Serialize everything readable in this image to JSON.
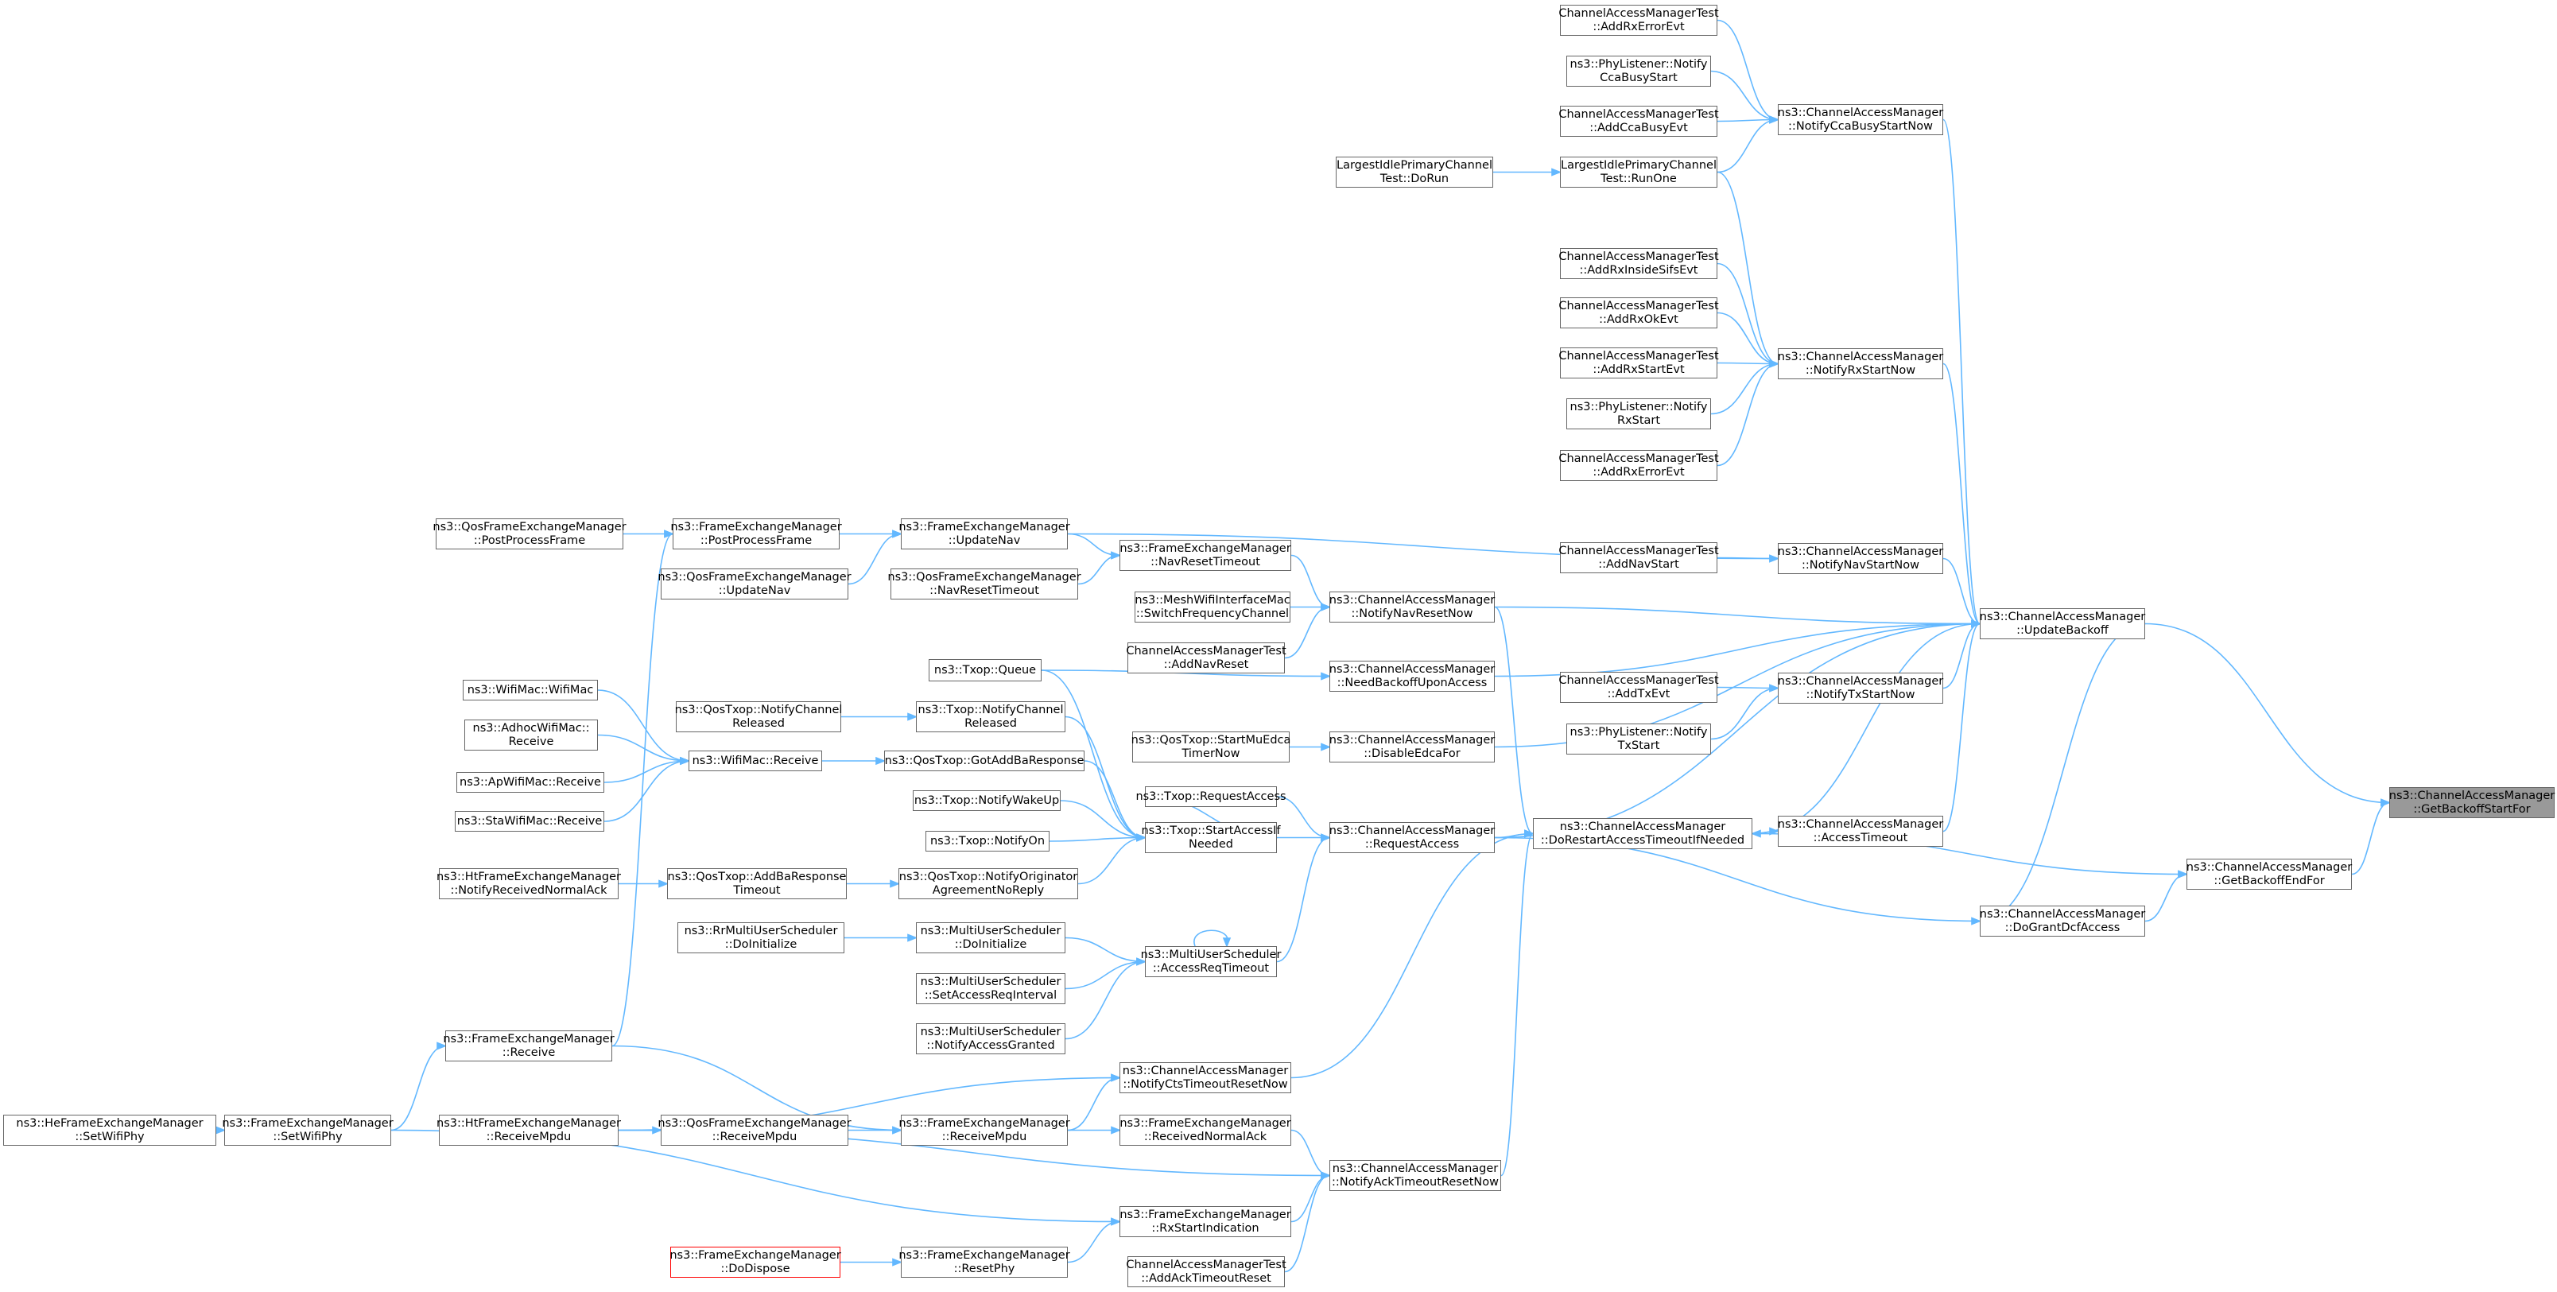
{
  "colors": {
    "edge": "#63b8ff",
    "node_border": "#666666",
    "highlight_node_fill": "#999999",
    "error_node_border": "#ff0000"
  },
  "nodes": {
    "gbsf": {
      "l1": "ns3::ChannelAccessManager",
      "l2": "::GetBackoffStartFor"
    },
    "ub": {
      "l1": "ns3::ChannelAccessManager",
      "l2": "::UpdateBackoff"
    },
    "gbef": {
      "l1": "ns3::ChannelAccessManager",
      "l2": "::GetBackoffEndFor"
    },
    "ncca": {
      "l1": "ns3::ChannelAccessManager",
      "l2": "::NotifyCcaBusyStartNow"
    },
    "nrx": {
      "l1": "ns3::ChannelAccessManager",
      "l2": "::NotifyRxStartNow"
    },
    "nnavs": {
      "l1": "ns3::ChannelAccessManager",
      "l2": "::NotifyNavStartNow"
    },
    "ntx": {
      "l1": "ns3::ChannelAccessManager",
      "l2": "::NotifyTxStartNow"
    },
    "at": {
      "l1": "ns3::ChannelAccessManager",
      "l2": "::AccessTimeout"
    },
    "dgda": {
      "l1": "ns3::ChannelAccessManager",
      "l2": "::DoGrantDcfAccess"
    },
    "drat": {
      "l1": "ns3::ChannelAccessManager",
      "l2": "::DoRestartAccessTimeoutIfNeeded"
    },
    "nnavr": {
      "l1": "ns3::ChannelAccessManager",
      "l2": "::NotifyNavResetNow"
    },
    "nbua": {
      "l1": "ns3::ChannelAccessManager",
      "l2": "::NeedBackoffUponAccess"
    },
    "def": {
      "l1": "ns3::ChannelAccessManager",
      "l2": "::DisableEdcaFor"
    },
    "ra": {
      "l1": "ns3::ChannelAccessManager",
      "l2": "::RequestAccess"
    },
    "nackr": {
      "l1": "ns3::ChannelAccessManager",
      "l2": "::NotifyAckTimeoutResetNow"
    },
    "nctsr": {
      "l1": "ns3::ChannelAccessManager",
      "l2": "::NotifyCtsTimeoutResetNow"
    },
    "t_arx1": {
      "l1": "ChannelAccessManagerTest",
      "l2": "::AddRxErrorEvt"
    },
    "pl_cca": {
      "l1": "ns3::PhyListener::Notify",
      "l2": "CcaBusyStart"
    },
    "t_acca": {
      "l1": "ChannelAccessManagerTest",
      "l2": "::AddCcaBusyEvt"
    },
    "lipc_ro": {
      "l1": "LargestIdlePrimaryChannel",
      "l2": "Test::RunOne"
    },
    "lipc_dr": {
      "l1": "LargestIdlePrimaryChannel",
      "l2": "Test::DoRun"
    },
    "t_aris": {
      "l1": "ChannelAccessManagerTest",
      "l2": "::AddRxInsideSifsEvt"
    },
    "t_arok": {
      "l1": "ChannelAccessManagerTest",
      "l2": "::AddRxOkEvt"
    },
    "t_arst": {
      "l1": "ChannelAccessManagerTest",
      "l2": "::AddRxStartEvt"
    },
    "pl_rx": {
      "l1": "ns3::PhyListener::Notify",
      "l2": "RxStart"
    },
    "t_arx2": {
      "l1": "ChannelAccessManagerTest",
      "l2": "::AddRxErrorEvt"
    },
    "t_anav": {
      "l1": "ChannelAccessManagerTest",
      "l2": "::AddNavStart"
    },
    "t_atx": {
      "l1": "ChannelAccessManagerTest",
      "l2": "::AddTxEvt"
    },
    "pl_tx": {
      "l1": "ns3::PhyListener::Notify",
      "l2": "TxStart"
    },
    "fem_un": {
      "l1": "ns3::FrameExchangeManager",
      "l2": "::UpdateNav"
    },
    "fem_nrt": {
      "l1": "ns3::FrameExchangeManager",
      "l2": "::NavResetTimeout"
    },
    "qfem_nrt": {
      "l1": "ns3::QosFrameExchangeManager",
      "l2": "::NavResetTimeout"
    },
    "mesh": {
      "l1": "ns3::MeshWifiInterfaceMac",
      "l2": "::SwitchFrequencyChannel"
    },
    "t_anr": {
      "l1": "ChannelAccessManagerTest",
      "l2": "::AddNavReset"
    },
    "fem_ppf": {
      "l1": "ns3::FrameExchangeManager",
      "l2": "::PostProcessFrame"
    },
    "qfem_ppf": {
      "l1": "ns3::QosFrameExchangeManager",
      "l2": "::PostProcessFrame"
    },
    "qfem_un": {
      "l1": "ns3::QosFrameExchangeManager",
      "l2": "::UpdateNav"
    },
    "txop_q": {
      "l1": "ns3::Txop::Queue",
      "l2": ""
    },
    "txop_ncr": {
      "l1": "ns3::Txop::NotifyChannel",
      "l2": "Released"
    },
    "qtxop_ncr": {
      "l1": "ns3::QosTxop::NotifyChannel",
      "l2": "Released"
    },
    "qtxop_smu": {
      "l1": "ns3::QosTxop::StartMuEdca",
      "l2": "TimerNow"
    },
    "txop_ra": {
      "l1": "ns3::Txop::RequestAccess",
      "l2": ""
    },
    "qtxop_gab": {
      "l1": "ns3::QosTxop::GotAddBaResponse",
      "l2": ""
    },
    "txop_nwu": {
      "l1": "ns3::Txop::NotifyWakeUp",
      "l2": ""
    },
    "txop_non": {
      "l1": "ns3::Txop::NotifyOn",
      "l2": ""
    },
    "txop_sain": {
      "l1": "ns3::Txop::StartAccessIf",
      "l2": "Needed"
    },
    "qtxop_noa": {
      "l1": "ns3::QosTxop::NotifyOriginator",
      "l2": "AgreementNoReply"
    },
    "qtxop_abt": {
      "l1": "ns3::QosTxop::AddBaResponse",
      "l2": "Timeout"
    },
    "htfem_nrna": {
      "l1": "ns3::HtFrameExchangeManager",
      "l2": "::NotifyReceivedNormalAck"
    },
    "wm_wm": {
      "l1": "ns3::WifiMac::WifiMac",
      "l2": ""
    },
    "wm_rcv": {
      "l1": "ns3::WifiMac::Receive",
      "l2": ""
    },
    "adhoc": {
      "l1": "ns3::AdhocWifiMac::",
      "l2": "Receive"
    },
    "apwm": {
      "l1": "ns3::ApWifiMac::Receive",
      "l2": ""
    },
    "stawm": {
      "l1": "ns3::StaWifiMac::Receive",
      "l2": ""
    },
    "rr_mus": {
      "l1": "ns3::RrMultiUserScheduler",
      "l2": "::DoInitialize"
    },
    "mus_di": {
      "l1": "ns3::MultiUserScheduler",
      "l2": "::DoInitialize"
    },
    "mus_art": {
      "l1": "ns3::MultiUserScheduler",
      "l2": "::AccessReqTimeout"
    },
    "mus_sari": {
      "l1": "ns3::MultiUserScheduler",
      "l2": "::SetAccessReqInterval"
    },
    "mus_nag": {
      "l1": "ns3::MultiUserScheduler",
      "l2": "::NotifyAccessGranted"
    },
    "fem_rcv": {
      "l1": "ns3::FrameExchangeManager",
      "l2": "::Receive"
    },
    "fem_swp": {
      "l1": "ns3::FrameExchangeManager",
      "l2": "::SetWifiPhy"
    },
    "hefem_swp": {
      "l1": "ns3::HeFrameExchangeManager",
      "l2": "::SetWifiPhy"
    },
    "htfem_rm": {
      "l1": "ns3::HtFrameExchangeManager",
      "l2": "::ReceiveMpdu"
    },
    "qfem_rm": {
      "l1": "ns3::QosFrameExchangeManager",
      "l2": "::ReceiveMpdu"
    },
    "fem_rm": {
      "l1": "ns3::FrameExchangeManager",
      "l2": "::ReceiveMpdu"
    },
    "fem_rna": {
      "l1": "ns3::FrameExchangeManager",
      "l2": "::ReceivedNormalAck"
    },
    "fem_rsi": {
      "l1": "ns3::FrameExchangeManager",
      "l2": "::RxStartIndication"
    },
    "fem_rp": {
      "l1": "ns3::FrameExchangeManager",
      "l2": "::ResetPhy"
    },
    "qfem_dd": {
      "l1": "ns3::FrameExchangeManager",
      "l2": "::DoDispose"
    },
    "t_aat": {
      "l1": "ChannelAccessManagerTest",
      "l2": "::AddAckTimeoutReset"
    }
  }
}
